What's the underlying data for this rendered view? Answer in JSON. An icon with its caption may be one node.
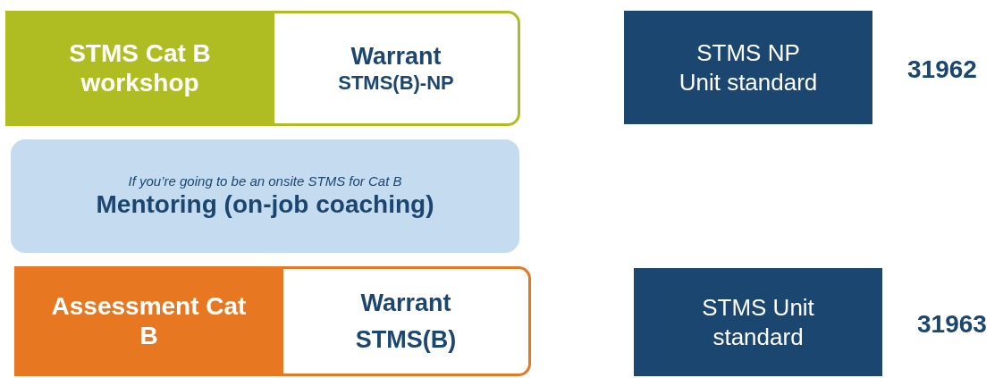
{
  "diagram": {
    "nodes": [
      {
        "text": [
          "Warrant",
          "STMS(B)-NP"
        ]
      },
      {
        "text": [
          "STMS Cat B workshop"
        ],
        "in": 0
      },
      {
        "text": [
          "If you’re going to be an onsite STMS for Cat B",
          "Mentoring (on-job coaching)"
        ]
      },
      {
        "text": [
          "Warrant",
          "STMS(B)"
        ]
      },
      {
        "text": [
          "Assessment Cat B"
        ],
        "in": 3
      },
      {
        "text": [
          "STMS NP Unit standard"
        ],
        "beside": [
          "31962"
        ]
      },
      {
        "text": [
          "STMS Unit standard"
        ],
        "beside": [
          "31963"
        ]
      }
    ]
  }
}
